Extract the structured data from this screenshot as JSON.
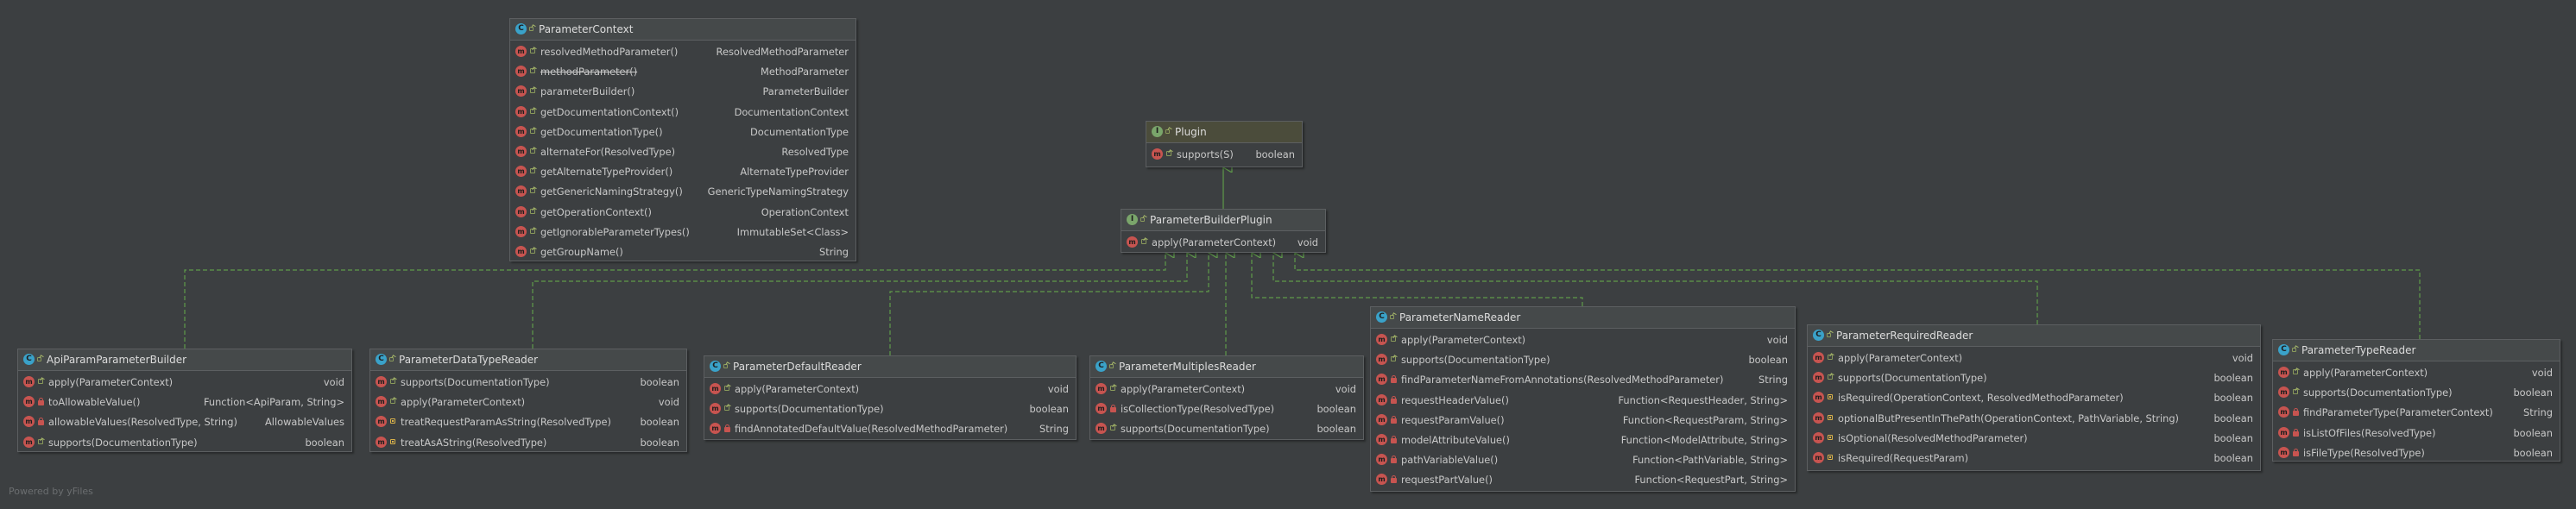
{
  "footer": "Powered by yFiles",
  "classes": {
    "parameter_context": {
      "name": "ParameterContext",
      "methods": [
        {
          "sig": "resolvedMethodParameter()",
          "ret": "ResolvedMethodParameter"
        },
        {
          "sig": "methodParameter()",
          "ret": "MethodParameter",
          "deprecated": true
        },
        {
          "sig": "parameterBuilder()",
          "ret": "ParameterBuilder"
        },
        {
          "sig": "getDocumentationContext()",
          "ret": "DocumentationContext"
        },
        {
          "sig": "getDocumentationType()",
          "ret": "DocumentationType"
        },
        {
          "sig": "alternateFor(ResolvedType)",
          "ret": "ResolvedType"
        },
        {
          "sig": "getAlternateTypeProvider()",
          "ret": "AlternateTypeProvider"
        },
        {
          "sig": "getGenericNamingStrategy()",
          "ret": "GenericTypeNamingStrategy"
        },
        {
          "sig": "getOperationContext()",
          "ret": "OperationContext"
        },
        {
          "sig": "getIgnorableParameterTypes()",
          "ret": "ImmutableSet<Class>"
        },
        {
          "sig": "getGroupName()",
          "ret": "String"
        }
      ]
    },
    "plugin": {
      "name": "Plugin",
      "methods": [
        {
          "sig": "supports(S)",
          "ret": "boolean"
        }
      ]
    },
    "parameter_builder_plugin": {
      "name": "ParameterBuilderPlugin",
      "methods": [
        {
          "sig": "apply(ParameterContext)",
          "ret": "void"
        }
      ]
    },
    "api_param_parameter_builder": {
      "name": "ApiParamParameterBuilder",
      "methods": [
        {
          "sig": "apply(ParameterContext)",
          "ret": "void"
        },
        {
          "sig": "toAllowableValue()",
          "ret": "Function<ApiParam, String>"
        },
        {
          "sig": "allowableValues(ResolvedType, String)",
          "ret": "AllowableValues"
        },
        {
          "sig": "supports(DocumentationType)",
          "ret": "boolean"
        }
      ]
    },
    "parameter_data_type_reader": {
      "name": "ParameterDataTypeReader",
      "methods": [
        {
          "sig": "supports(DocumentationType)",
          "ret": "boolean"
        },
        {
          "sig": "apply(ParameterContext)",
          "ret": "void"
        },
        {
          "sig": "treatRequestParamAsString(ResolvedType)",
          "ret": "boolean"
        },
        {
          "sig": "treatAsAString(ResolvedType)",
          "ret": "boolean"
        }
      ]
    },
    "parameter_default_reader": {
      "name": "ParameterDefaultReader",
      "methods": [
        {
          "sig": "apply(ParameterContext)",
          "ret": "void"
        },
        {
          "sig": "supports(DocumentationType)",
          "ret": "boolean"
        },
        {
          "sig": "findAnnotatedDefaultValue(ResolvedMethodParameter)",
          "ret": "String"
        }
      ]
    },
    "parameter_multiples_reader": {
      "name": "ParameterMultiplesReader",
      "methods": [
        {
          "sig": "apply(ParameterContext)",
          "ret": "void"
        },
        {
          "sig": "isCollectionType(ResolvedType)",
          "ret": "boolean"
        },
        {
          "sig": "supports(DocumentationType)",
          "ret": "boolean"
        }
      ]
    },
    "parameter_name_reader": {
      "name": "ParameterNameReader",
      "methods": [
        {
          "sig": "apply(ParameterContext)",
          "ret": "void"
        },
        {
          "sig": "supports(DocumentationType)",
          "ret": "boolean"
        },
        {
          "sig": "findParameterNameFromAnnotations(ResolvedMethodParameter)",
          "ret": "String"
        },
        {
          "sig": "requestHeaderValue()",
          "ret": "Function<RequestHeader, String>"
        },
        {
          "sig": "requestParamValue()",
          "ret": "Function<RequestParam, String>"
        },
        {
          "sig": "modelAttributeValue()",
          "ret": "Function<ModelAttribute, String>"
        },
        {
          "sig": "pathVariableValue()",
          "ret": "Function<PathVariable, String>"
        },
        {
          "sig": "requestPartValue()",
          "ret": "Function<RequestPart, String>"
        }
      ]
    },
    "parameter_required_reader": {
      "name": "ParameterRequiredReader",
      "methods": [
        {
          "sig": "apply(ParameterContext)",
          "ret": "void"
        },
        {
          "sig": "supports(DocumentationType)",
          "ret": "boolean"
        },
        {
          "sig": "isRequired(OperationContext, ResolvedMethodParameter)",
          "ret": "boolean"
        },
        {
          "sig": "optionalButPresentInThePath(OperationContext, PathVariable, String)",
          "ret": "boolean"
        },
        {
          "sig": "isOptional(ResolvedMethodParameter)",
          "ret": "boolean"
        },
        {
          "sig": "isRequired(RequestParam)",
          "ret": "boolean"
        }
      ]
    },
    "parameter_type_reader": {
      "name": "ParameterTypeReader",
      "methods": [
        {
          "sig": "apply(ParameterContext)",
          "ret": "void"
        },
        {
          "sig": "supports(DocumentationType)",
          "ret": "boolean"
        },
        {
          "sig": "findParameterType(ParameterContext)",
          "ret": "String"
        },
        {
          "sig": "isListOfFiles(ResolvedType)",
          "ret": "boolean"
        },
        {
          "sig": "isFileType(ResolvedType)",
          "ret": "boolean"
        }
      ]
    }
  }
}
